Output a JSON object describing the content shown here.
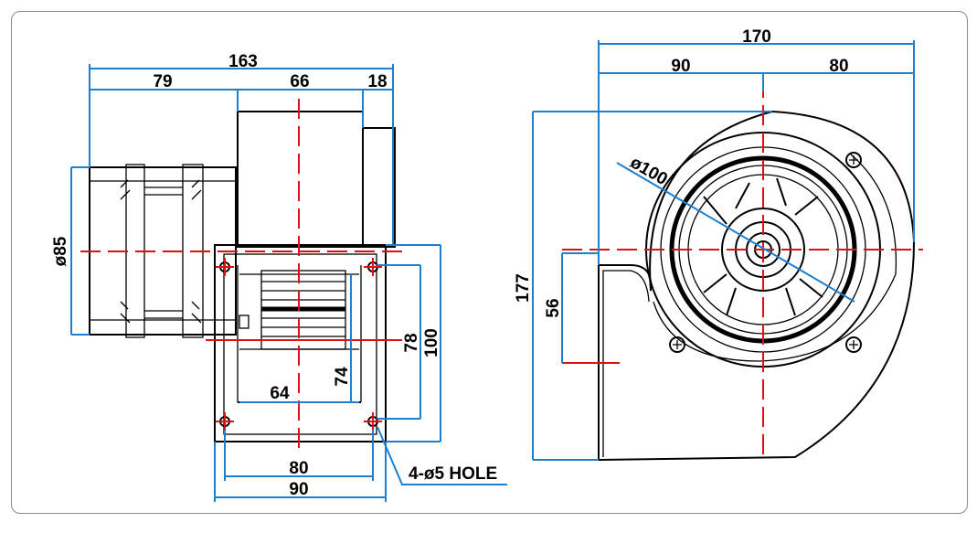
{
  "side_view": {
    "overall_width": "163",
    "motor_length": "79",
    "housing_width": "66",
    "rear_cap": "18",
    "motor_diameter": "ø85",
    "outlet_height_outer": "100",
    "outlet_height_inner": "78",
    "outlet_inner_height": "74",
    "outlet_inner_width": "64",
    "hole_spacing": "80",
    "flange_width": "90",
    "hole_note": "4-ø5 HOLE"
  },
  "front_view": {
    "overall_width": "170",
    "left_to_center": "90",
    "center_to_right": "80",
    "overall_height": "177",
    "outlet_height": "56",
    "impeller_diameter": "ø100"
  },
  "colors": {
    "dimension_lines": "#1e7fd0",
    "center_lines": "#e01010",
    "outline": "#000000",
    "frame": "#8a8a8a"
  }
}
